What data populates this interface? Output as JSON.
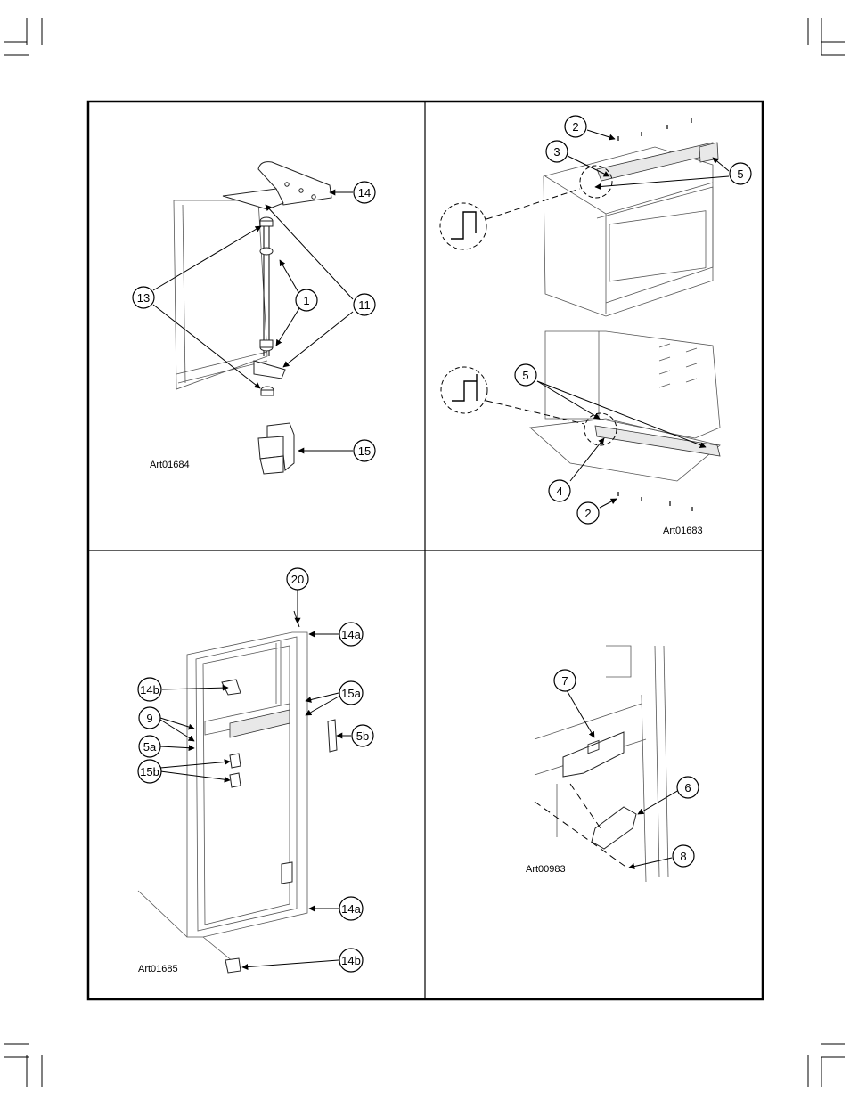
{
  "panels": [
    {
      "art_code": "Art01684",
      "callouts": [
        "14",
        "13",
        "1",
        "11",
        "15"
      ]
    },
    {
      "art_code": "Art01683",
      "callouts": [
        "2",
        "3",
        "5",
        "5",
        "4",
        "2"
      ]
    },
    {
      "art_code": "Art01685",
      "callouts": [
        "20",
        "14a",
        "14b",
        "15a",
        "9",
        "5b",
        "5a",
        "15b",
        "14a",
        "14b"
      ]
    },
    {
      "art_code": "Art00983",
      "callouts": [
        "7",
        "6",
        "8"
      ]
    }
  ]
}
